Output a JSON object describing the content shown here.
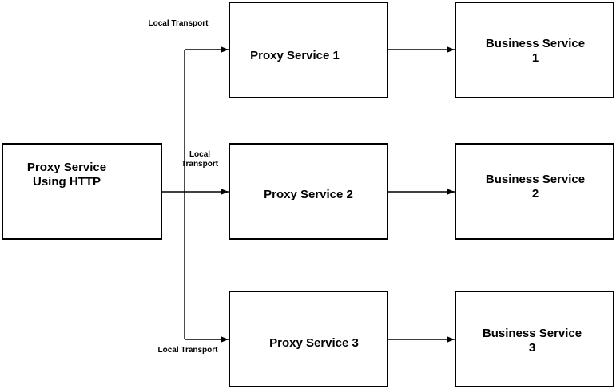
{
  "nodes": {
    "source": {
      "label": "Proxy Service\nUsing HTTP"
    },
    "proxy1": {
      "label": "Proxy Service 1"
    },
    "proxy2": {
      "label": "Proxy Service 2"
    },
    "proxy3": {
      "label": "Proxy Service 3"
    },
    "business1": {
      "label": "Business Service\n1"
    },
    "business2": {
      "label": "Business Service\n2"
    },
    "business3": {
      "label": "Business  Service\n3"
    }
  },
  "edges": {
    "to_proxy1": {
      "label": "Local Transport"
    },
    "to_proxy2": {
      "label": "Local\nTransport"
    },
    "to_proxy3": {
      "label": "Local Transport"
    }
  },
  "colors": {
    "stroke": "#000000",
    "background": "#ffffff"
  }
}
